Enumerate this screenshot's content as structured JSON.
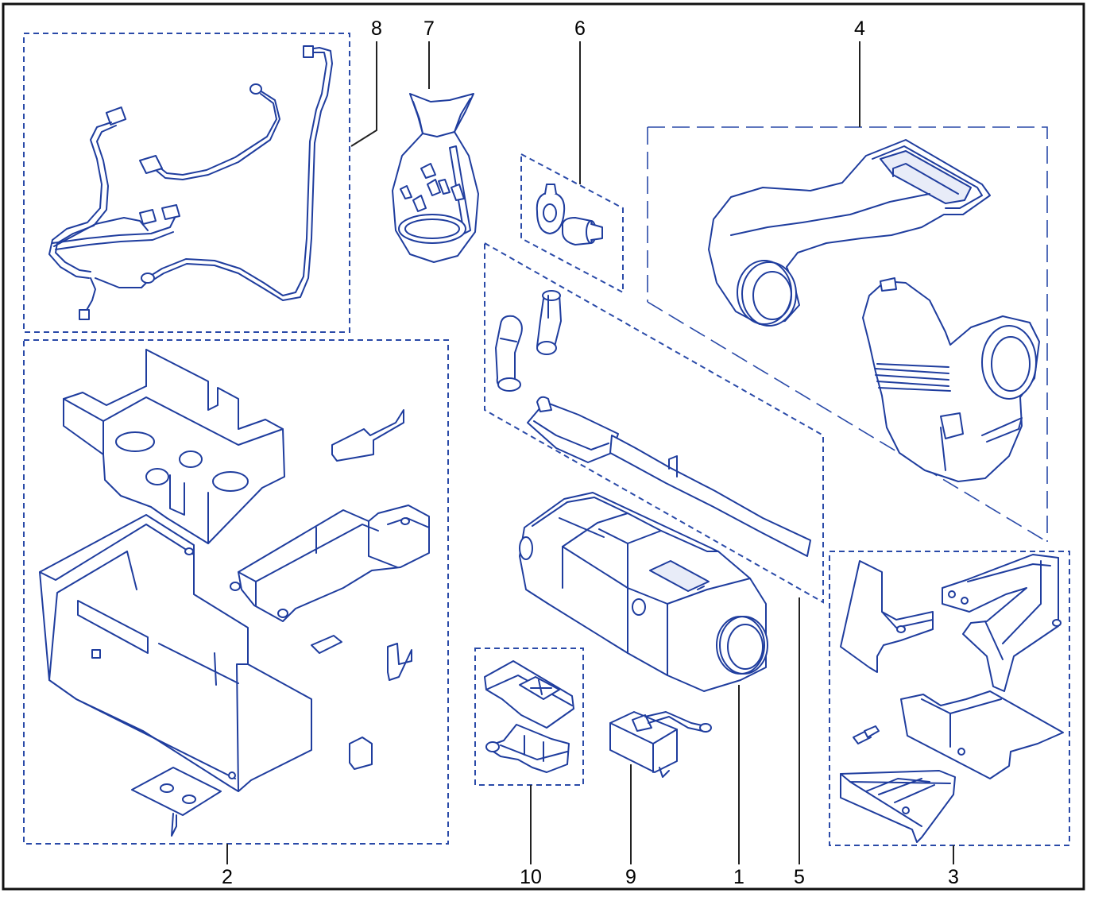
{
  "callouts": [
    {
      "id": "label-8",
      "text": "8"
    },
    {
      "id": "label-7",
      "text": "7"
    },
    {
      "id": "label-6",
      "text": "6"
    },
    {
      "id": "label-4",
      "text": "4"
    },
    {
      "id": "label-2",
      "text": "2"
    },
    {
      "id": "label-10",
      "text": "10"
    },
    {
      "id": "label-9",
      "text": "9"
    },
    {
      "id": "label-1",
      "text": "1"
    },
    {
      "id": "label-5",
      "text": "5"
    },
    {
      "id": "label-3",
      "text": "3"
    }
  ],
  "colors": {
    "line_art": "#1f3d9e",
    "dashed_box": "#2a4aa8",
    "frame": "#111111",
    "background": "#ffffff"
  },
  "parts": [
    {
      "callout": "1",
      "name": "heater-unit"
    },
    {
      "callout": "2",
      "name": "mounting-bracket-set"
    },
    {
      "callout": "3",
      "name": "bracket-set"
    },
    {
      "callout": "4",
      "name": "air-ducting"
    },
    {
      "callout": "5",
      "name": "exhaust-and-intake-kit"
    },
    {
      "callout": "6",
      "name": "clamp-and-fitting-kit"
    },
    {
      "callout": "7",
      "name": "small-parts-bag"
    },
    {
      "callout": "8",
      "name": "wiring-harness"
    },
    {
      "callout": "9",
      "name": "relay-unit"
    },
    {
      "callout": "10",
      "name": "fuse-holder"
    }
  ]
}
